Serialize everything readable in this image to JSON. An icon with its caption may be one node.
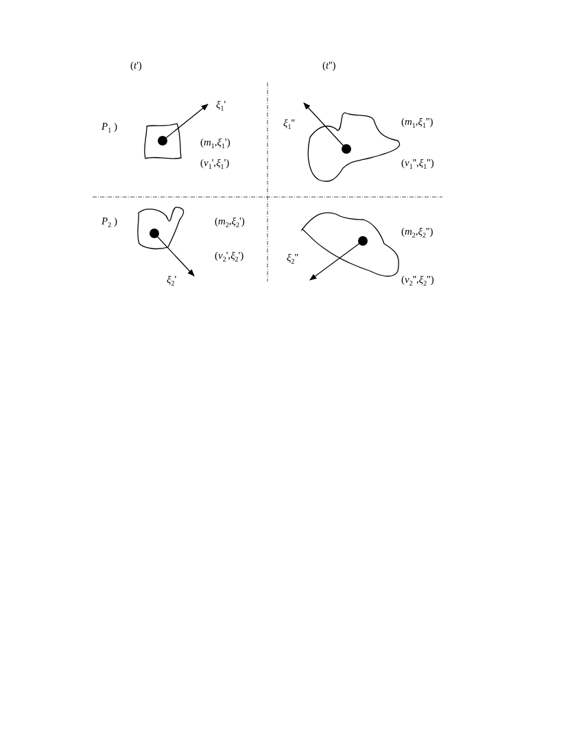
{
  "diagram": {
    "labels": [
      "(*t*')",
      "(*t*'')",
      "*ξ*$_{1}$'",
      "*ξ*$_{1}$''",
      "(*m*$_{1}$,*ξ*$_{1}$'')",
      "*P*$_{1}$ )",
      "(*m*$_{1}$,*ξ*$_{1}$')",
      "(*v*$_{1}$',*ξ*$_{1}$')",
      "(*v*$_{1}$'',*ξ*$_{1}$'')",
      "*P*$_{2}$ )",
      "(*m*$_{2}$,*ξ*$_{2}$')",
      "(*m*$_{2}$,*ξ*$_{2}$'')",
      "(*v*$_{2}$',*ξ*$_{2}$')",
      "*ξ*$_{2}$''",
      "*ξ*$_{2}$'",
      "(*v*$_{2}$'',*ξ*$_{2}$'')"
    ]
  }
}
